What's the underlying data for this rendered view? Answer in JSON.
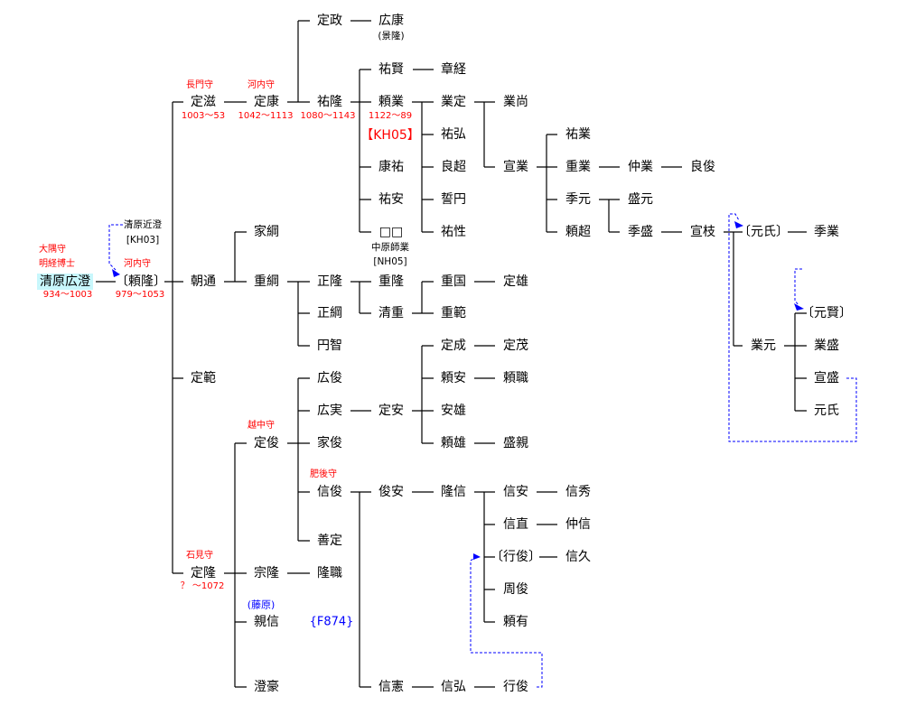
{
  "colors": {
    "line": "#000000",
    "note": "#ff0000",
    "link": "#0000ff",
    "highlight": "#c8f7fc"
  },
  "labels": [
    {
      "id": "hirozumi",
      "text": "清原広澄"
    },
    {
      "id": "hirozumi_n1",
      "text": "大隅守"
    },
    {
      "id": "hirozumi_n2",
      "text": "明経博士"
    },
    {
      "id": "hirozumi_y",
      "text": "934～1003"
    },
    {
      "id": "yoritaka",
      "text": "〔頼隆〕"
    },
    {
      "id": "yoritaka_n",
      "text": "河内守"
    },
    {
      "id": "yoritaka_y",
      "text": "979～1053"
    },
    {
      "id": "chikazumi",
      "text": "清原近澄"
    },
    {
      "id": "chikazumi_r",
      "text": "[KH03]"
    },
    {
      "id": "asamichi",
      "text": "朝通"
    },
    {
      "id": "sadashige",
      "text": "定滋"
    },
    {
      "id": "sadashige_n",
      "text": "長門守"
    },
    {
      "id": "sadashige_y",
      "text": "1003～53"
    },
    {
      "id": "sadayasu",
      "text": "定康"
    },
    {
      "id": "sadayasu_n",
      "text": "河内守"
    },
    {
      "id": "sadayasu_y",
      "text": "1042～1113"
    },
    {
      "id": "sukitaka",
      "text": "祐隆"
    },
    {
      "id": "sukitaka_y",
      "text": "1080～1143"
    },
    {
      "id": "sadamasa",
      "text": "定政"
    },
    {
      "id": "hiroyasu",
      "text": "広康"
    },
    {
      "id": "hiroyasu_a",
      "text": "(景隆)"
    },
    {
      "id": "sukekata",
      "text": "祐賢"
    },
    {
      "id": "akitsune",
      "text": "章経"
    },
    {
      "id": "yorinari",
      "text": "頼業"
    },
    {
      "id": "yorinari_y",
      "text": "1122～89"
    },
    {
      "id": "yorinari_r",
      "text": "【KH05】"
    },
    {
      "id": "yasusuke",
      "text": "康祐"
    },
    {
      "id": "sukeyasu",
      "text": "祐安"
    },
    {
      "id": "unknown",
      "text": "□□"
    },
    {
      "id": "unknown_n",
      "text": "中原師業"
    },
    {
      "id": "unknown_r",
      "text": "[NH05]"
    },
    {
      "id": "narisada",
      "text": "業定"
    },
    {
      "id": "narihisa",
      "text": "業尚"
    },
    {
      "id": "sukehiro",
      "text": "祐弘"
    },
    {
      "id": "ryocho",
      "text": "良超"
    },
    {
      "id": "seien",
      "text": "誓円"
    },
    {
      "id": "yusho",
      "text": "祐性"
    },
    {
      "id": "nobunari",
      "text": "宣業"
    },
    {
      "id": "sukenari",
      "text": "祐業"
    },
    {
      "id": "shigenari",
      "text": "重業"
    },
    {
      "id": "suemoto",
      "text": "季元"
    },
    {
      "id": "raicho",
      "text": "頼超"
    },
    {
      "id": "nakanari",
      "text": "仲業"
    },
    {
      "id": "ryoshun",
      "text": "良俊"
    },
    {
      "id": "morimoto",
      "text": "盛元"
    },
    {
      "id": "suemori",
      "text": "季盛"
    },
    {
      "id": "nobueda",
      "text": "宣枝"
    },
    {
      "id": "motouji_b",
      "text": "〔元氏〕"
    },
    {
      "id": "suenari",
      "text": "季業"
    },
    {
      "id": "narimoto",
      "text": "業元"
    },
    {
      "id": "motokata_b",
      "text": "〔元賢〕"
    },
    {
      "id": "narimori",
      "text": "業盛"
    },
    {
      "id": "nobumori",
      "text": "宣盛"
    },
    {
      "id": "motouji",
      "text": "元氏"
    },
    {
      "id": "ietsuna",
      "text": "家綱"
    },
    {
      "id": "shigetsuna",
      "text": "重綱"
    },
    {
      "id": "masataka",
      "text": "正隆"
    },
    {
      "id": "masatsuna",
      "text": "正綱"
    },
    {
      "id": "enchi",
      "text": "円智"
    },
    {
      "id": "shigetaka",
      "text": "重隆"
    },
    {
      "id": "kiyoshige",
      "text": "清重"
    },
    {
      "id": "shigekuni",
      "text": "重国"
    },
    {
      "id": "sadao",
      "text": "定雄"
    },
    {
      "id": "shigenori",
      "text": "重範"
    },
    {
      "id": "sadanori",
      "text": "定範"
    },
    {
      "id": "hirotoshi",
      "text": "広俊"
    },
    {
      "id": "hirozane",
      "text": "広実"
    },
    {
      "id": "ietoshi",
      "text": "家俊"
    },
    {
      "id": "nobutoshi",
      "text": "信俊"
    },
    {
      "id": "nobutoshi_n",
      "text": "肥後守"
    },
    {
      "id": "yoshisada",
      "text": "善定"
    },
    {
      "id": "sadatoshi",
      "text": "定俊"
    },
    {
      "id": "sadatoshi_n",
      "text": "越中守"
    },
    {
      "id": "sadayasu2",
      "text": "定安"
    },
    {
      "id": "sadanari",
      "text": "定成"
    },
    {
      "id": "sadashige2",
      "text": "定茂"
    },
    {
      "id": "yoriyasu",
      "text": "頼安"
    },
    {
      "id": "yorimoto",
      "text": "頼職"
    },
    {
      "id": "yasuo",
      "text": "安雄"
    },
    {
      "id": "yorio",
      "text": "頼雄"
    },
    {
      "id": "morichika",
      "text": "盛親"
    },
    {
      "id": "sadataka",
      "text": "定隆"
    },
    {
      "id": "sadataka_n",
      "text": "石見守"
    },
    {
      "id": "sadataka_y",
      "text": "？ ～1072"
    },
    {
      "id": "munetaka",
      "text": "宗隆"
    },
    {
      "id": "takamoto",
      "text": "隆職"
    },
    {
      "id": "chikanobu",
      "text": "親信"
    },
    {
      "id": "chikanobu_n",
      "text": "(藤原)"
    },
    {
      "id": "chikanobu_r",
      "text": "{F874}"
    },
    {
      "id": "chogo",
      "text": "澄豪"
    },
    {
      "id": "toshiyasu",
      "text": "俊安"
    },
    {
      "id": "takanobu",
      "text": "隆信"
    },
    {
      "id": "nobuyasu",
      "text": "信安"
    },
    {
      "id": "nobuhide",
      "text": "信秀"
    },
    {
      "id": "nobunao",
      "text": "信直"
    },
    {
      "id": "nakanobu",
      "text": "仲信"
    },
    {
      "id": "yukitoshi_b",
      "text": "〔行俊〕"
    },
    {
      "id": "nobuhisa",
      "text": "信久"
    },
    {
      "id": "kanetoshi",
      "text": "周俊"
    },
    {
      "id": "yoriari",
      "text": "頼有"
    },
    {
      "id": "nobunori",
      "text": "信憲"
    },
    {
      "id": "nobuhiro",
      "text": "信弘"
    },
    {
      "id": "yukitoshi",
      "text": "行俊"
    }
  ]
}
